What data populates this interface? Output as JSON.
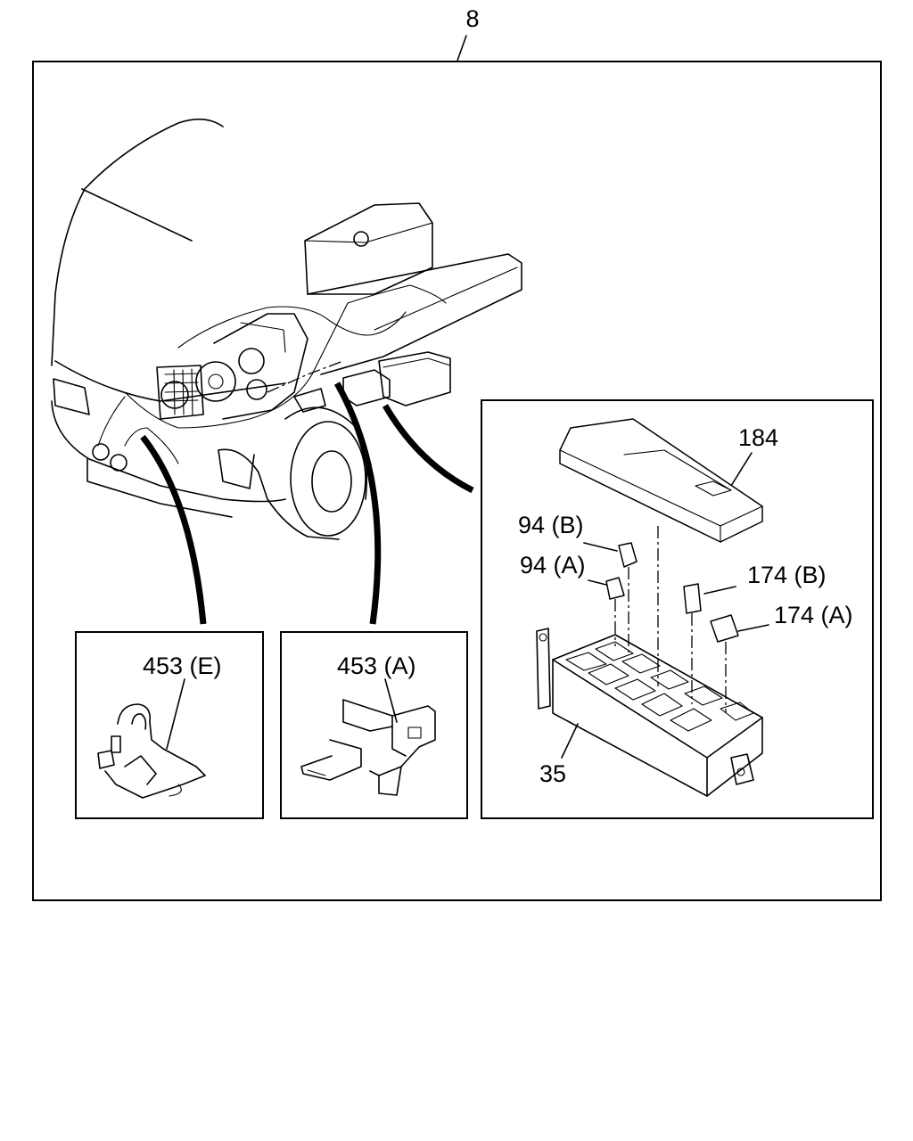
{
  "labels": {
    "assembly": "8",
    "fuse_box_cover": "184",
    "fuse_b": "94 (B)",
    "fuse_a": "94 (A)",
    "relay_b": "174 (B)",
    "relay_a": "174 (A)",
    "fuse_box": "35",
    "bracket_e": "453 (E)",
    "bracket_a": "453 (A)"
  }
}
